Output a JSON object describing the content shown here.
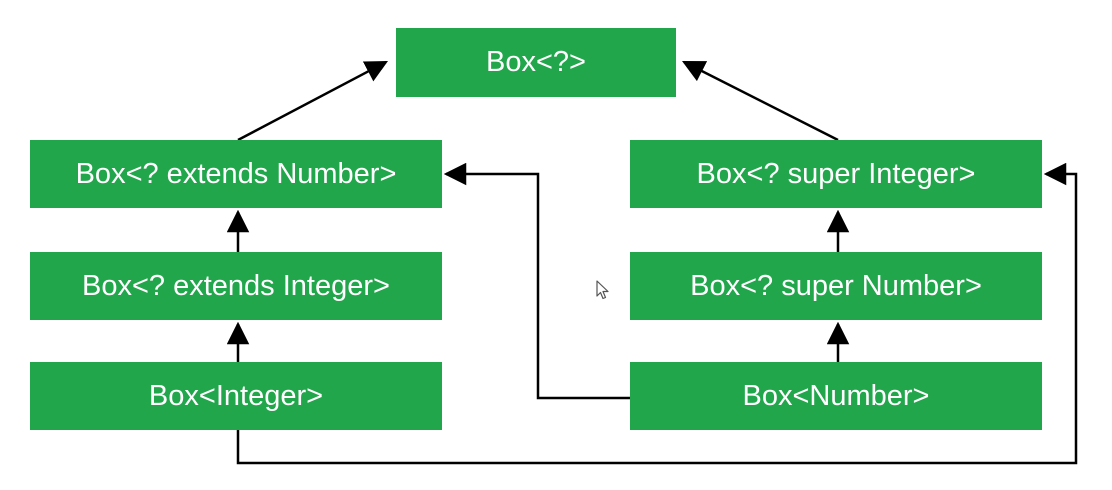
{
  "diagram": {
    "nodes": {
      "box_wildcard": "Box<?>",
      "extends_number": "Box<? extends Number>",
      "super_integer": "Box<? super Integer>",
      "extends_integer": "Box<? extends Integer>",
      "super_number": "Box<? super Number>",
      "box_integer": "Box<Integer>",
      "box_number": "Box<Number>"
    },
    "edges": [
      {
        "from": "extends_number",
        "to": "box_wildcard"
      },
      {
        "from": "super_integer",
        "to": "box_wildcard"
      },
      {
        "from": "extends_integer",
        "to": "extends_number"
      },
      {
        "from": "box_integer",
        "to": "extends_integer"
      },
      {
        "from": "super_number",
        "to": "super_integer"
      },
      {
        "from": "box_number",
        "to": "super_number"
      },
      {
        "from": "box_number",
        "to": "extends_number"
      },
      {
        "from": "box_integer",
        "to": "super_integer"
      }
    ],
    "colors": {
      "node_fill": "#21a64b",
      "node_text": "#ffffff",
      "edge": "#000000"
    }
  }
}
